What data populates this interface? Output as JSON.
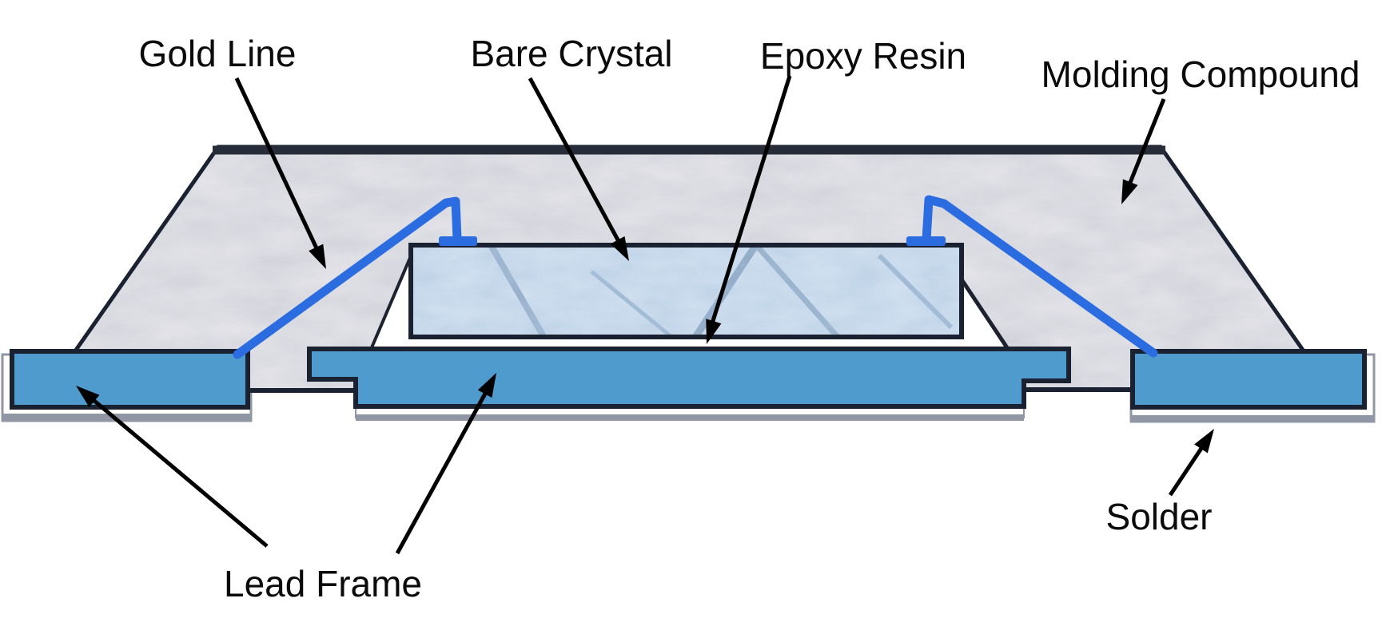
{
  "diagram": {
    "type": "cross-section schematic of a packaged quartz crystal (SMD component)",
    "labels": {
      "gold_line": "Gold Line",
      "bare_crystal": "Bare Crystal",
      "epoxy_resin": "Epoxy Resin",
      "molding_compound": "Molding Compound",
      "solder": "Solder",
      "lead_frame": "Lead Frame"
    },
    "colors": {
      "background": "#ffffff",
      "outline": "#1a2130",
      "lead_blue": "#4f9bce",
      "wire_blue": "#2b6ce0",
      "molding_gray": "#e6e6eb",
      "crystal_blue": "#d3e2f2",
      "solder_gray": "#9096a4",
      "label_text": "#0a0a0a"
    }
  }
}
